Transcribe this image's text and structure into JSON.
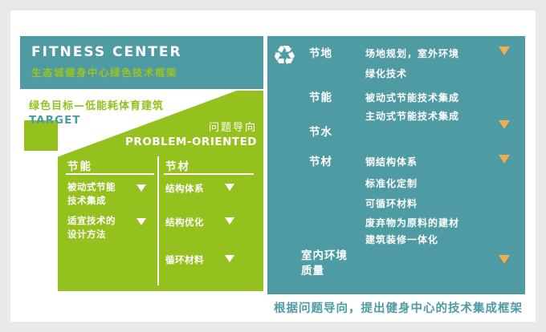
{
  "colors": {
    "teal": "#4f9ba4",
    "green": "#95c11f",
    "arrow_yellow": "#eeb04e",
    "card": "#ffffff",
    "background": "#e7eae6"
  },
  "header": {
    "title": "FITNESS CENTER",
    "subtitle": "生态城健身中心绿色技术框架"
  },
  "target": {
    "zh": "绿色目标—低能耗体育建筑",
    "en": "TARGET"
  },
  "problem": {
    "zh": "问题导向",
    "en": "PROBLEM-ORIENTED"
  },
  "left_panel": {
    "columns": [
      {
        "header": "节能",
        "items": [
          {
            "label": "被动式节能\n技术集成"
          },
          {
            "label": "适宜技术的\n设计方法"
          }
        ]
      },
      {
        "header": "节材",
        "items": [
          {
            "label": "结构体系"
          },
          {
            "label": "结构优化"
          },
          {
            "label": "循环材料"
          }
        ]
      }
    ]
  },
  "right_panel": {
    "recycle_icon": "♻",
    "rows": [
      {
        "category": "节地",
        "items": [
          "场地规划，室外环境",
          "绿化技术"
        ]
      },
      {
        "category": "节能",
        "items": [
          "被动式节能技术集成",
          "主动式节能技术集成"
        ]
      },
      {
        "category": "节水",
        "items": []
      },
      {
        "category": "节材",
        "items": [
          "钢结构体系",
          "标准化定制",
          "可循环材料",
          "废弃物为原料的建材",
          "建筑装修一体化"
        ]
      },
      {
        "category": "室内环境\n质量",
        "items": []
      }
    ]
  },
  "caption": "根据问题导向，提出健身中心的技术集成框架"
}
